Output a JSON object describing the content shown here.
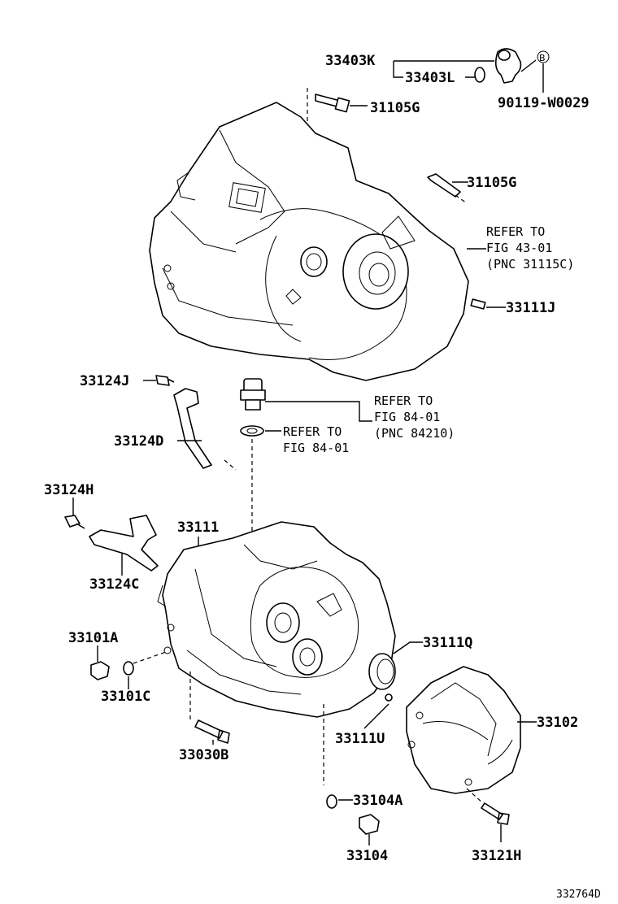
{
  "diagram": {
    "labels": {
      "p33403K": "33403K",
      "p33403L": "33403L",
      "circleB": "B",
      "p90119": "90119-W0029",
      "p31105G_top": "31105G",
      "p31105G_mid": "31105G",
      "ref43_line1": "REFER TO",
      "ref43_line2": "FIG 43-01",
      "ref43_line3": "(PNC 31115C)",
      "p33111J": "33111J",
      "p33124J": "33124J",
      "ref84a_line1": "REFER TO",
      "ref84a_line2": "FIG 84-01",
      "ref84a_line3": "(PNC 84210)",
      "ref84b_line1": "REFER TO",
      "ref84b_line2": "FIG 84-01",
      "p33124D": "33124D",
      "p33124H": "33124H",
      "p33111": "33111",
      "p33124C": "33124C",
      "p33111Q": "33111Q",
      "p33101A": "33101A",
      "p33101C": "33101C",
      "p33102": "33102",
      "p33111U": "33111U",
      "p33030B": "33030B",
      "p33104A": "33104A",
      "p33104": "33104",
      "p33121H": "33121H",
      "figure_id": "332764D"
    }
  }
}
